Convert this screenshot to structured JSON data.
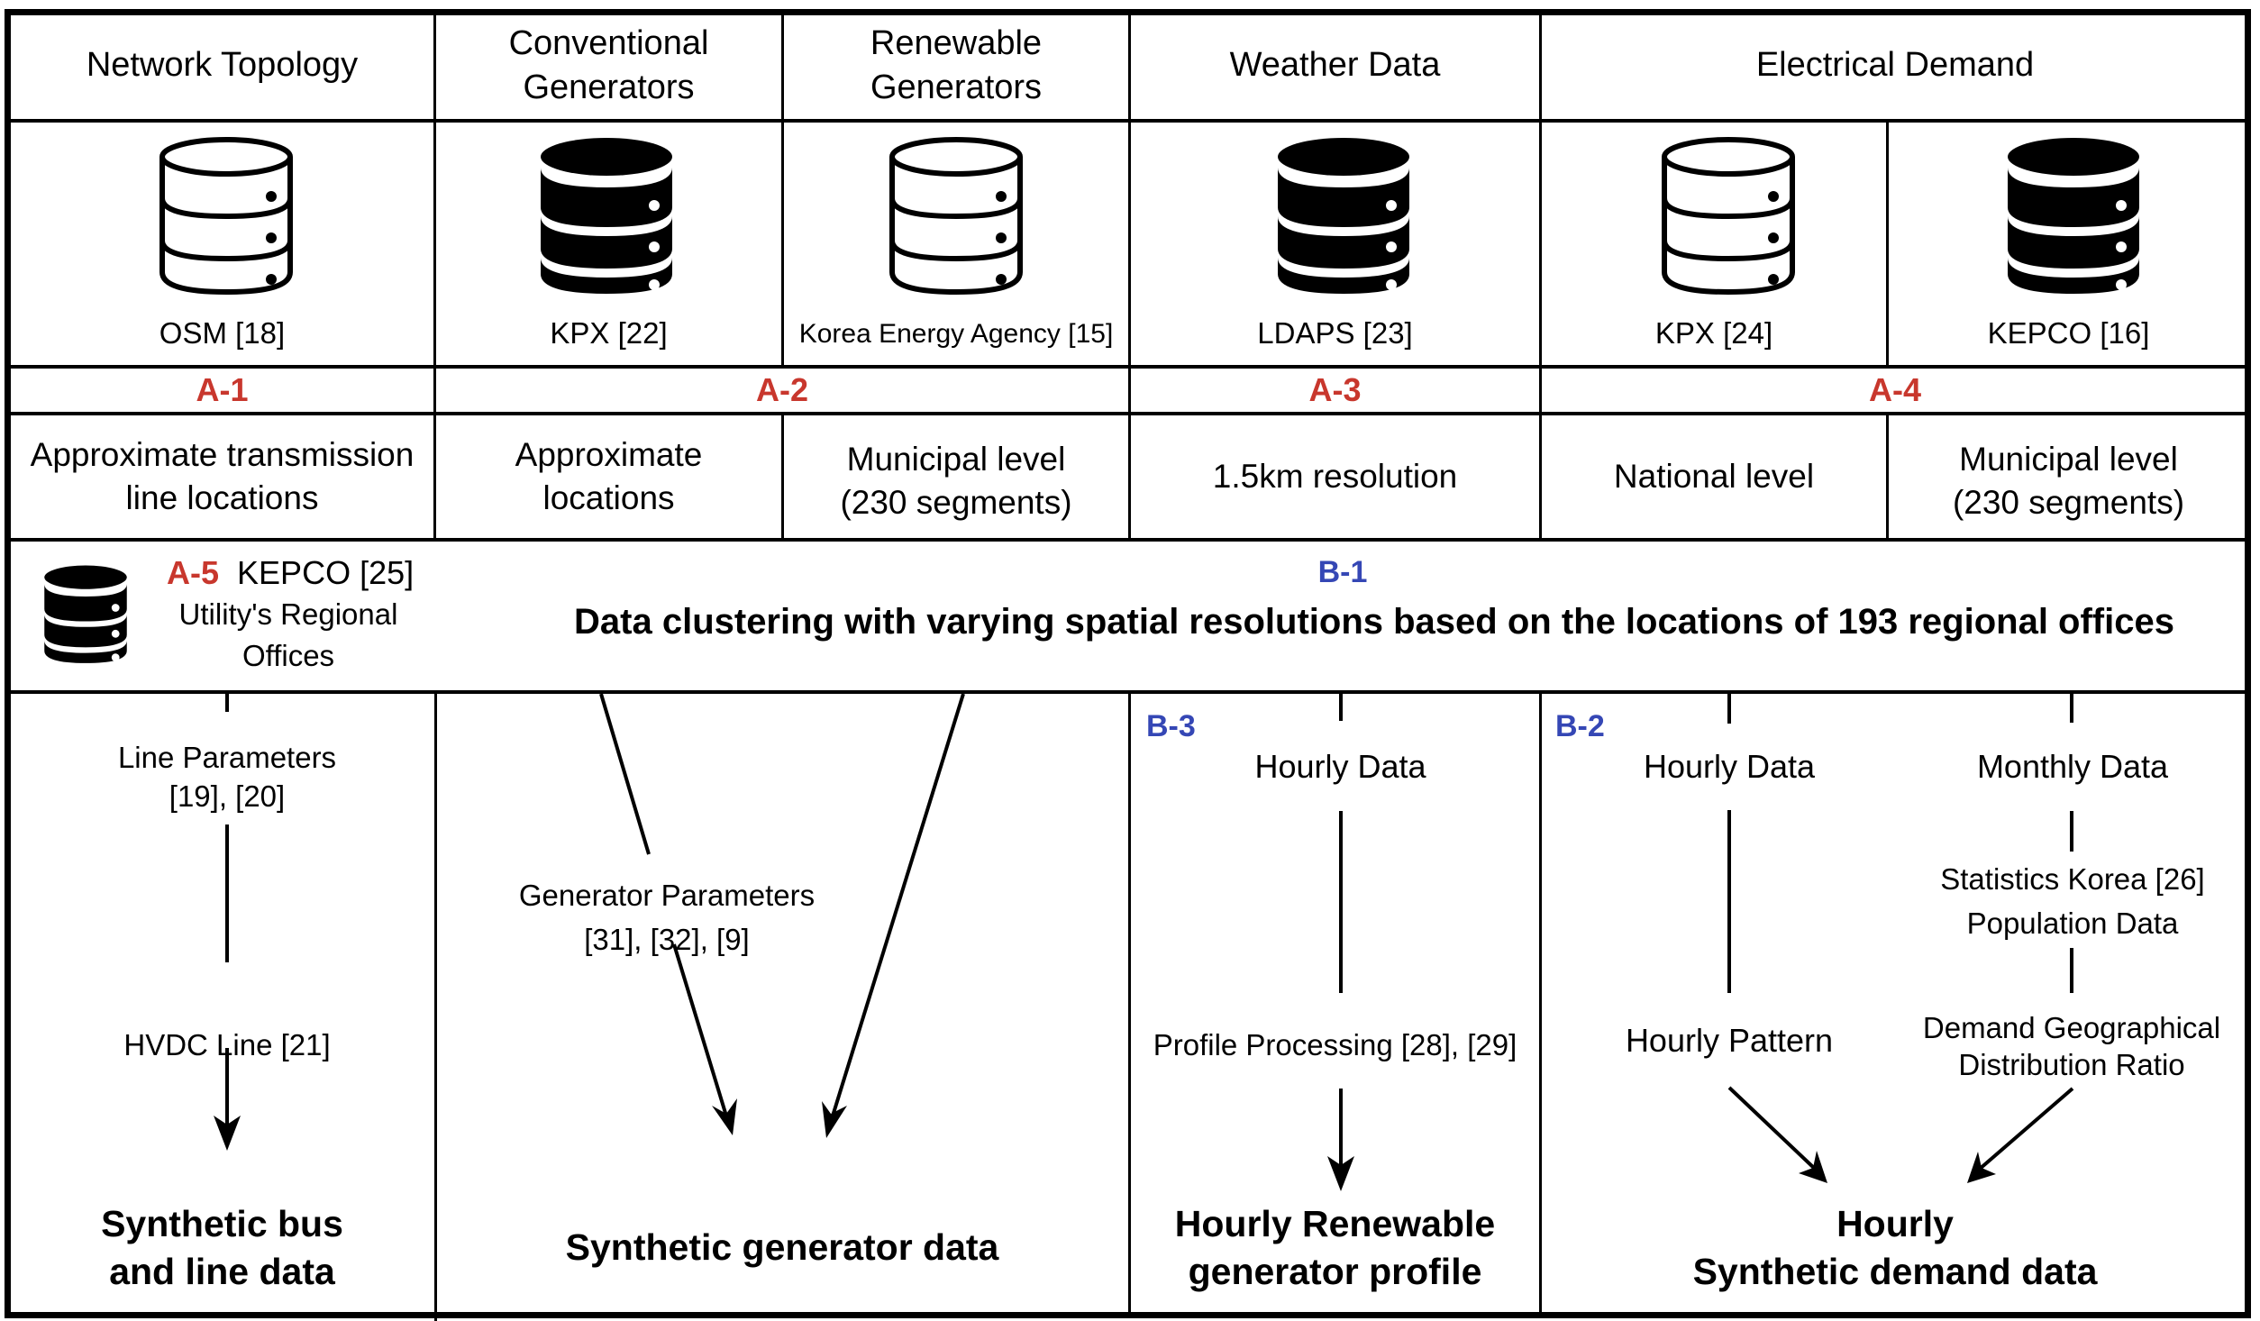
{
  "colors": {
    "label_red": "#c8372d",
    "label_blue": "#3547b5",
    "ink": "#000000"
  },
  "headers": {
    "network_topology": "Network Topology",
    "conventional_generators": [
      "Conventional",
      "Generators"
    ],
    "renewable_generators": [
      "Renewable",
      "Generators"
    ],
    "weather_data": "Weather Data",
    "electrical_demand": "Electrical Demand"
  },
  "sources": [
    {
      "id": "osm",
      "label": "OSM [18]",
      "icon": "database-outline-icon"
    },
    {
      "id": "kpx22",
      "label": "KPX [22]",
      "icon": "database-filled-icon"
    },
    {
      "id": "kea",
      "label": "Korea Energy Agency [15]",
      "icon": "database-outline-icon"
    },
    {
      "id": "ldaps",
      "label": "LDAPS [23]",
      "icon": "database-filled-icon"
    },
    {
      "id": "kpx24",
      "label": "KPX [24]",
      "icon": "database-outline-icon"
    },
    {
      "id": "kepco16",
      "label": "KEPCO [16]",
      "icon": "database-filled-icon"
    }
  ],
  "section_labels": {
    "a1": "A-1",
    "a2": "A-2",
    "a3": "A-3",
    "a4": "A-4",
    "a5": "A-5",
    "b1": "B-1",
    "b2": "B-2",
    "b3": "B-3"
  },
  "resolutions": {
    "transmission": [
      "Approximate transmission",
      "line locations"
    ],
    "conventional": [
      "Approximate",
      "locations"
    ],
    "renewable": [
      "Municipal level",
      "(230 segments)"
    ],
    "weather": "1.5km resolution",
    "demand_national": "National level",
    "demand_municipal": [
      "Municipal level",
      "(230 segments)"
    ]
  },
  "a5_source": {
    "name": "KEPCO [25]",
    "description": [
      "Utility's Regional",
      "Offices"
    ],
    "icon": "database-filled-icon"
  },
  "b1_title": "Data clustering with varying spatial resolutions based on the locations of 193 regional offices",
  "flows": {
    "bus": {
      "steps": [
        [
          "Line Parameters",
          "[19], [20]"
        ],
        [
          "HVDC Line [21]"
        ]
      ],
      "result": [
        "Synthetic bus",
        "and line data"
      ]
    },
    "generator": {
      "steps": [
        [
          "Generator Parameters",
          "[31], [32], [9]"
        ]
      ],
      "result": [
        "Synthetic generator data"
      ]
    },
    "renewable": {
      "steps": [
        [
          "Hourly Data"
        ],
        [
          "Profile Processing [28], [29]"
        ]
      ],
      "result": [
        "Hourly Renewable",
        "generator profile"
      ]
    },
    "demand": {
      "hourly_steps": [
        [
          "Hourly Data"
        ],
        [
          "Hourly Pattern"
        ]
      ],
      "monthly_steps": [
        [
          "Monthly Data"
        ],
        [
          "Statistics Korea [26]",
          "Population Data"
        ],
        [
          "Demand Geographical",
          "Distribution Ratio"
        ]
      ],
      "result": [
        "Hourly",
        "Synthetic demand data"
      ]
    }
  }
}
